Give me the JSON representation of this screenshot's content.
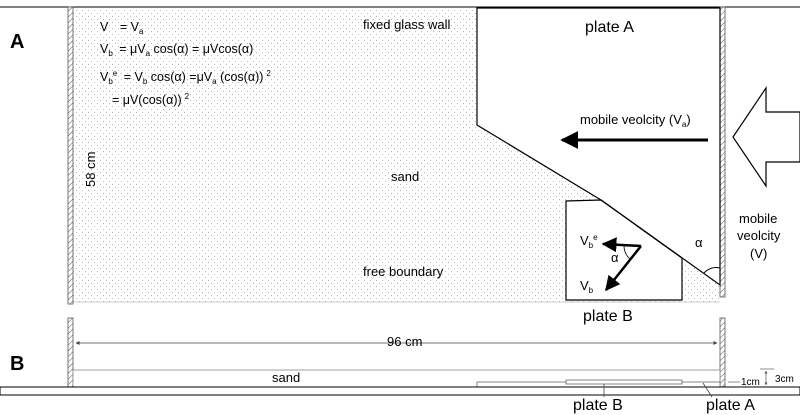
{
  "panels": {
    "a": "A",
    "b": "B"
  },
  "equations": {
    "line1": {
      "lhs": "V",
      "eq": "= V",
      "sub": "a"
    },
    "line2": {
      "lhs": "V",
      "lhs_sub": "b",
      "text1": "= μV",
      "sub1": "a",
      "text2": "cos(α) = μVcos(α)"
    },
    "line3": {
      "lhs": "V",
      "lhs_sub": "b",
      "lhs_sup": "e",
      "text1": "= V",
      "sub1": "b",
      "text2": "cos(α) =μV",
      "sub2": "a",
      "text3": "(cos(α))",
      "sup3": "2"
    },
    "line4": {
      "text1": "= μV(cos(α))",
      "sup1": "2"
    }
  },
  "labels": {
    "fixed_wall": "fixed glass wall",
    "plate_a": "plate A",
    "plate_b": "plate B",
    "sand": "sand",
    "free_boundary": "free boundary",
    "height": "58 cm",
    "width": "96 cm",
    "mobile_velocity_a_text": "mobile veolcity (V",
    "mobile_velocity_a_sub": "a",
    "mobile_velocity_a_close": ")",
    "mobile_velocity_line1": "mobile",
    "mobile_velocity_line2": "veolcity",
    "mobile_velocity_line3": "(V)",
    "alpha": "α",
    "vb": "V",
    "vb_sub": "b",
    "vbe": "V",
    "vbe_sub": "b",
    "vbe_sup": "e",
    "sand_b": "sand",
    "plate_b_lower": "plate B",
    "plate_a_lower": "plate A",
    "dim_1cm": "1cm",
    "dim_3cm": "3cm"
  }
}
